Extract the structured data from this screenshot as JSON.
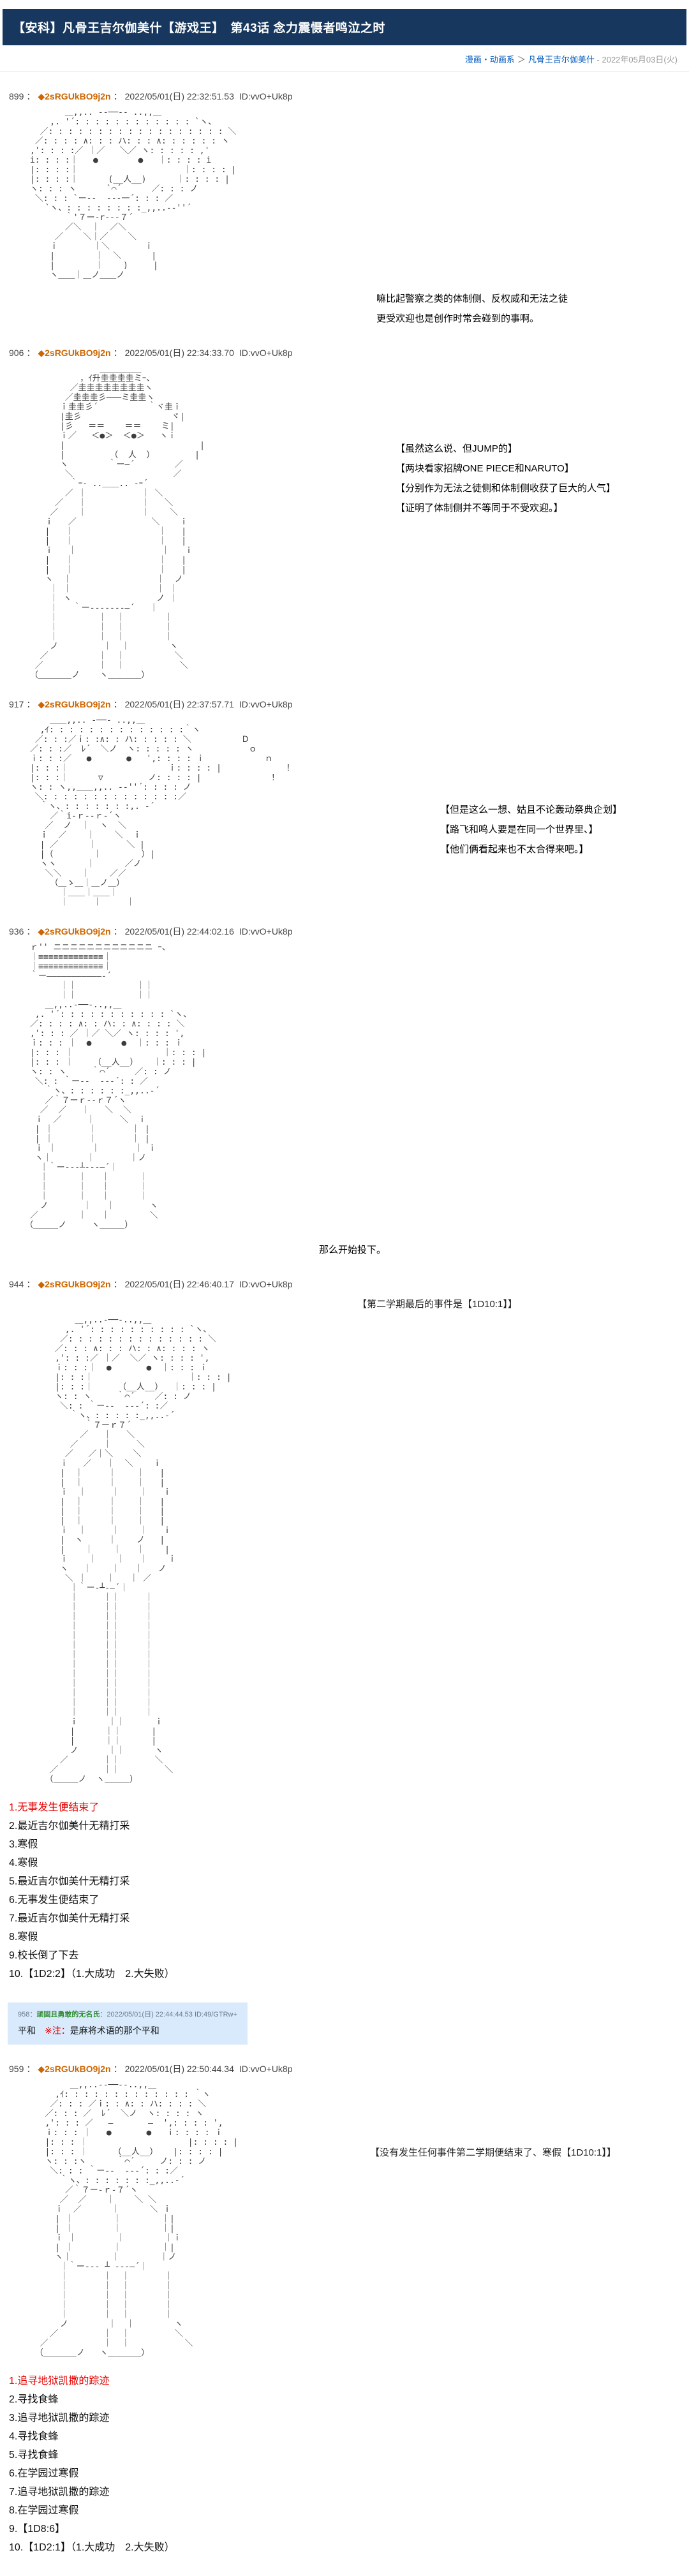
{
  "page": {
    "title": "【安科】凡骨王吉尔伽美什【游戏王】　第43话 念力震慑者鸣泣之时",
    "sep": "：",
    "breadcrumb": {
      "category": "漫画・动画系",
      "gt": "＞",
      "thread": "凡骨王吉尔伽美什",
      "date": "- 2022年05月03日(火)"
    }
  },
  "colors": {
    "header_bg": "#17375e",
    "link": "#0b5fc0",
    "poster_name": "#cc6600",
    "highlight": "#e60000",
    "quote_bg": "#d8eafc"
  },
  "posts": [
    {
      "no": "899",
      "name": "◆2sRGUkBO9j2n",
      "date": "2022/05/01(日) 22:32:51.53",
      "id": "ID:vvO+Uk8p",
      "aa": [
        "             ＿,,.. --──-- ..,,＿",
        "          ,. '´: : : : : : : : : : : : `ヽ、",
        "        ／: : : : : : : : : : : : : : : : : : ＼",
        "       ／: : : : ∧: : : ハ: : : ∧: : : : : : ヽ",
        "      ,': : : :／ ｜／   ＼／ ヽ: : : : : ,'",
        "      i: : : :｜   ●        ●   ｜: : : : i",
        "      |: : : :｜                     ｜: : : : |",
        "      |: : : :｜      (__人__)      ｜: : : : |",
        "      ヽ: : : ヽ      `⌒´      ／: : : ノ",
        "       ＼: : : `ー--  --‐一´: : : ／",
        "         `ヽ、: : : : : : : :_,,..-‐''´",
        "             ｀'７ー-r--‐７´",
        "             ／＼  ｜  ／＼",
        "           ／    ＼｜／    ＼",
        "          ｉ       ｜＼       ｉ",
        "          |        ｜  ＼      |",
        "          |        ｜    )     |",
        "          ヽ＿＿｜＿ノ＿＿ノ"
      ],
      "dialogue": [
        "嘛比起警察之类的体制侧、反权威和无法之徒",
        "更受欢迎也是创作时常会碰到的事啊。"
      ]
    },
    {
      "no": "906",
      "name": "◆2sRGUkBO9j2n",
      "date": "2022/05/01(日) 22:34:33.70",
      "id": "ID:vvO+Uk8p",
      "aa": [
        "                    ＿＿＿＿＿",
        "                ，ｲ升圭圭圭圭ミｰ、",
        "              ／圭圭圭圭圭圭圭圭ヽ",
        "             ／圭圭圭彡―――ミ圭圭ヽ",
        "            ｉ圭圭彡´          ｀ヾ圭ｉ",
        "            |圭彡                  ヾ|",
        "            |彡   ＝＝    ＝＝    ミ|",
        "            ｉ／   ＜●＞  ＜●＞   ヽｉ",
        "            |                           |",
        "            |         （  人  ）        |",
        "            ヽ        ｀ー―´        ／",
        "             ＼                    ／",
        "              ｀ｰ- ..＿＿.. -ｰ´",
        "             ／ ｜           ｜ ＼",
        "           ／   ｜           ｜   ＼",
        "          ／    ｜           ｜    ＼",
        "         ｉ   ／               ＼    ｉ",
        "         |   ｜                 ｜   |",
        "         |   ｜                 ｜   |",
        "         ｉ   ｜                 ｜   ｉ",
        "         |   ｜                 ｜   |",
        "         |   ｜                 ｜   |",
        "         ヽ  ｜                 ｜  ノ",
        "          ｜ ｜                 ｜ ｜",
        "          ｜ ヽ                 ノ ｜",
        "          ｜   ｀ー-------―´   ｜",
        "          ｜        ｜  ｜        ｜",
        "          ｜        ｜  ｜        ｜",
        "          ｜        ｜  ｜        ｜",
        "          ノ         ｜  ｜        ヽ",
        "        ／          ｜  ｜          ＼",
        "       ／           ｜  ｜           ＼",
        "      （＿＿＿＿ノ    ヽ＿＿＿＿）",
        ""
      ],
      "dialogue": [
        "【虽然这么说、但JUMP的】",
        "【两块看家招牌ONE PIECE和NARUTO】",
        "【分别作为无法之徒侧和体制侧收获了巨大的人气】",
        "【证明了体制侧并不等同于不受欢迎。】"
      ]
    },
    {
      "no": "917",
      "name": "◆2sRGUkBO9j2n",
      "date": "2022/05/01(日) 22:37:57.71",
      "id": "ID:vvO+Uk8p",
      "aa": [
        "          ＿＿,,.. -──- ..,,＿",
        "        ,ｲ: : : : : : : : : : : : : :｀ヽ",
        "       ／: : :／ｉ: :∧: : ハ: : : : : ＼          Ｄ",
        "      ／: : :／  ﾚ´  ＼ノ  ヽ: : : : : ヽ           ｏ",
        "      ｉ: : :／   ●       ●   ',: : : : ｉ            ｎ",
        "      |: : :｜                    ｉ: : : : |             ！",
        "      |: : :｜      ▽         ノ: : : : |              ！",
        "      ヽ: : ヽ,,＿＿,,.. -‐''´: : : : ノ",
        "       ＼: : : : : : : : : : : : : :／",
        "        ｀ヽ、: : : : : : :,. ‐´",
        "          ／｀i-ｒ--ｒ-´ヽ",
        "         ／  ノ  ｜  ヽ  ＼",
        "        ｉ  ／    ｜    ＼  ｉ",
        "        | ／      ｜      ＼ |",
        "        |（        ｜        ）|",
        "        ヽヽ      ｜      ／ノ",
        "         ＼＼    ｜    ／／",
        "          （＿ゝ＿｜＿ノ＿）",
        "            ｜＿＿｜＿＿｜",
        "            ｜     ｜     ｜"
      ],
      "dialogue": [
        "【但是这么一想、姑且不论轰动祭典企划】",
        "【路飞和鸣人要是在同一个世界里、】",
        "【他们俩看起来也不太合得来吧。】"
      ]
    },
    {
      "no": "936",
      "name": "◆2sRGUkBO9j2n",
      "date": "2022/05/01(日) 22:44:02.16",
      "id": "ID:vvO+Uk8p",
      "aa": [
        "      ｒ'' ニニニニニニニニニニニニ ｰ、",
        "      ｜≡≡≡≡≡≡≡≡≡≡≡≡≡｜",
        "      ｜≡≡≡≡≡≡≡≡≡≡≡≡≡｜",
        "      ｀ー―――――――――――‐´",
        "            ｜｜            ｜｜",
        "            ｜｜            ｜｜",
        "         ＿,,..-──-..,,＿",
        "       ,. '´: : : : : : : : : : : `ヽ、",
        "      ／: : : : ∧: : ハ: : ∧: : : : ＼",
        "      ,': : : ／ ｜／ ＼／ ヽ: : : : ',",
        "      ｉ: : : ｜  ●      ●  ｜: : : ｉ",
        "      |: : : ｜                  ｜: : : |",
        "      |: : : ｜    （__人__）   ｜: : : |",
        "      ヽ: : ヽ     ｀⌒´     ／: : ノ",
        "       ＼: : ｀ー--  --‐´: : ／",
        "         ｀ヽ、: : : : : :_,,..‐´",
        "         ／｀７ーｒ--ｒ７´ヽ",
        "        ／  ／   ｜   ＼  ＼",
        "       ｉ  ／     ｜     ＼  ｉ",
        "       | ｜       ｜       ｜ |",
        "       | ｜       ｜       ｜ |",
        "       ｉ ｜       ｜       ｜ ｉ",
        "       ヽ｜       ｜       ｜ノ",
        "        ｜｀ー---┴---―´｜",
        "        ｜      ｜   ｜      ｜",
        "        ｜      ｜   ｜      ｜",
        "        ｜      ｜   ｜      ｜",
        "        ノ       ｜   ｜       ヽ",
        "      ／        ｜   ｜        ＼",
        "     （＿＿＿ノ     ヽ＿＿＿）"
      ],
      "dialogue": [
        "那么开始投下。"
      ]
    },
    {
      "no": "944",
      "name": "◆2sRGUkBO9j2n",
      "date": "2022/05/01(日) 22:46:40.17",
      "id": "ID:vvO+Uk8p",
      "lead": "【第二学期最后的事件是【1D10:1】】",
      "aa": [
        "               ＿,,..-──-..,,＿",
        "             ,. '´: : : : : : : : : : `ヽ、",
        "            ／: : : : : : : : : : : : : : ＼",
        "           ／: : : ∧: : : ハ: : ∧: : : : ヽ",
        "           ,': : :／ ｜／  ＼／ ヽ: : : : ',",
        "           ｉ: : :｜  ●       ●  ｜: : : ｉ",
        "           |: : :｜                   ｜: : : |",
        "           |: : :｜     （__人__）  ｜: : : |",
        "           ヽ: : ヽ     ｀⌒´    ／: : ノ",
        "            ＼: : ｀ー--  --‐´: :／",
        "              ｀ヽ、: : : : :_,,..‐´",
        "                 ｀７ーｒ７´",
        "                ／   ｜   ＼",
        "              ／     ｜     ＼",
        "             ／   ／｜＼    ＼",
        "            ｉ   ／   ｜  ＼    ｉ",
        "            |  ｜     ｜    ｜   |",
        "            |  ｜     ｜    ｜   |",
        "            ｉ  ｜     ｜    ｜   ｉ",
        "            |  ｜     ｜    ｜   |",
        "            |  ｜     ｜    ｜   |",
        "            |  ｜     ｜    ｜   |",
        "            ｉ  ｜     ｜    ｜   ｉ",
        "            |  ヽ     ｜    ノ   |",
        "            |    ｜    ｜   ｜    |",
        "            ｉ    ｜    ｜   ｜    ｉ",
        "            ヽ   ｜    ｜   ｜   ノ",
        "             ＼ ｜    ｜   ｜ ／",
        "              ｜｀ー-┴-―´｜",
        "              ｜     ｜｜     ｜",
        "              ｜     ｜｜     ｜",
        "              ｜     ｜｜     ｜",
        "              ｜     ｜｜     ｜",
        "              ｜     ｜｜     ｜",
        "              ｜     ｜｜     ｜",
        "              ｜     ｜｜     ｜",
        "              ｜     ｜｜     ｜",
        "              ｜     ｜｜     ｜",
        "              ｜     ｜｜     ｜",
        "              ｜     ｜｜     ｜",
        "              ｜     ｜｜     ｜",
        "              ｜     ｜｜     ｜",
        "              ｉ      ｜｜      ｉ",
        "              |      ｜｜      |",
        "              |      ｜｜      |",
        "              ノ      ｜｜      ヽ",
        "            ／       ｜｜       ＼",
        "          ／         ｜｜         ＼",
        "         （＿＿＿ノ  ヽ＿＿＿）",
        ""
      ],
      "list": [
        "1.无事发生便结束了",
        "2.最近吉尔伽美什无精打采",
        "3.寒假",
        "4.寒假",
        "5.最近吉尔伽美什无精打采",
        "6.无事发生便结束了",
        "7.最近吉尔伽美什无精打采",
        "8.寒假",
        "9.校长倒了下去",
        "10.【1D2:2】（1.大成功　2.大失败）"
      ]
    },
    {
      "no": "959",
      "name": "◆2sRGUkBO9j2n",
      "date": "2022/05/01(日) 22:50:44.34",
      "id": "ID:vvO+Uk8p",
      "lead": "【没有发生任何事件第二学期便结束了、寒假【1D10:1】】",
      "aa": [
        "              ＿,,..--──--..,,＿",
        "           ,ｲ: : : : : : : : : : : : : ｀ヽ",
        "          ／: : : ／ｉ: : ∧: : ハ: : : : ＼",
        "         ／: : : ／  ﾚ´  ＼ノ  ヽ: : : : ヽ",
        "         ,': : : ／   ―       ―  ',: : : : ',",
        "         ｉ: : : ｜   ●       ●   ｉ: : : : ｉ",
        "         |: : : ｜                    |: : : : |",
        "         |: : : ｜     （__人__）   |: : : : |",
        "         ヽ: : :ヽ      ｀⌒´     ノ: : : ノ",
        "          ＼: : : ｀ー--  --‐´: : :／",
        "            ｀ヽ、: : : : : : :_,,..‐´",
        "             ／｀７ー-ｒ-７´ヽ",
        "            ／  ／    ｜    ＼ ＼",
        "           ｉ  ／      ｜      ＼ ｉ",
        "           | ｜        ｜        ｜|",
        "           | ｜        ｜        ｜|",
        "           ｉ ｜        ｜        ｜ｉ",
        "           | ｜        ｜        ｜|",
        "           ヽ｜        ｜        ｜ノ",
        "            ｜｀ー--- ┴ ---―´｜",
        "            ｜       ｜  ｜       ｜",
        "            ｜       ｜  ｜       ｜",
        "            ｜       ｜  ｜       ｜",
        "            ｜       ｜  ｜       ｜",
        "            ｜       ｜  ｜       ｜",
        "            ノ        ｜  ｜        ヽ",
        "          ／         ｜  ｜         ＼",
        "        ／           ｜  ｜           ＼",
        "       （＿＿＿＿ノ   ヽ＿＿＿＿）",
        ""
      ],
      "list": [
        "1.追寻地狱凯撒的踪迹",
        "2.寻找食蜂",
        "3.追寻地狱凯撒的踪迹",
        "4.寻找食蜂",
        "5.寻找食蜂",
        "6.在学园过寒假",
        "7.追寻地狱凯撒的踪迹",
        "8.在学园过寒假",
        "9.【1D8:6】",
        "10.【1D2:1】（1.大成功　2.大失败）"
      ]
    }
  ],
  "quote": {
    "no": "958",
    "name": "顽固且勇敢的无名氏",
    "meta": "2022/05/01(日) 22:44:44.53 ID:49/GTRw+",
    "body": "平和",
    "note_label": "※注：",
    "note_text": "是麻将术语的那个平和"
  }
}
